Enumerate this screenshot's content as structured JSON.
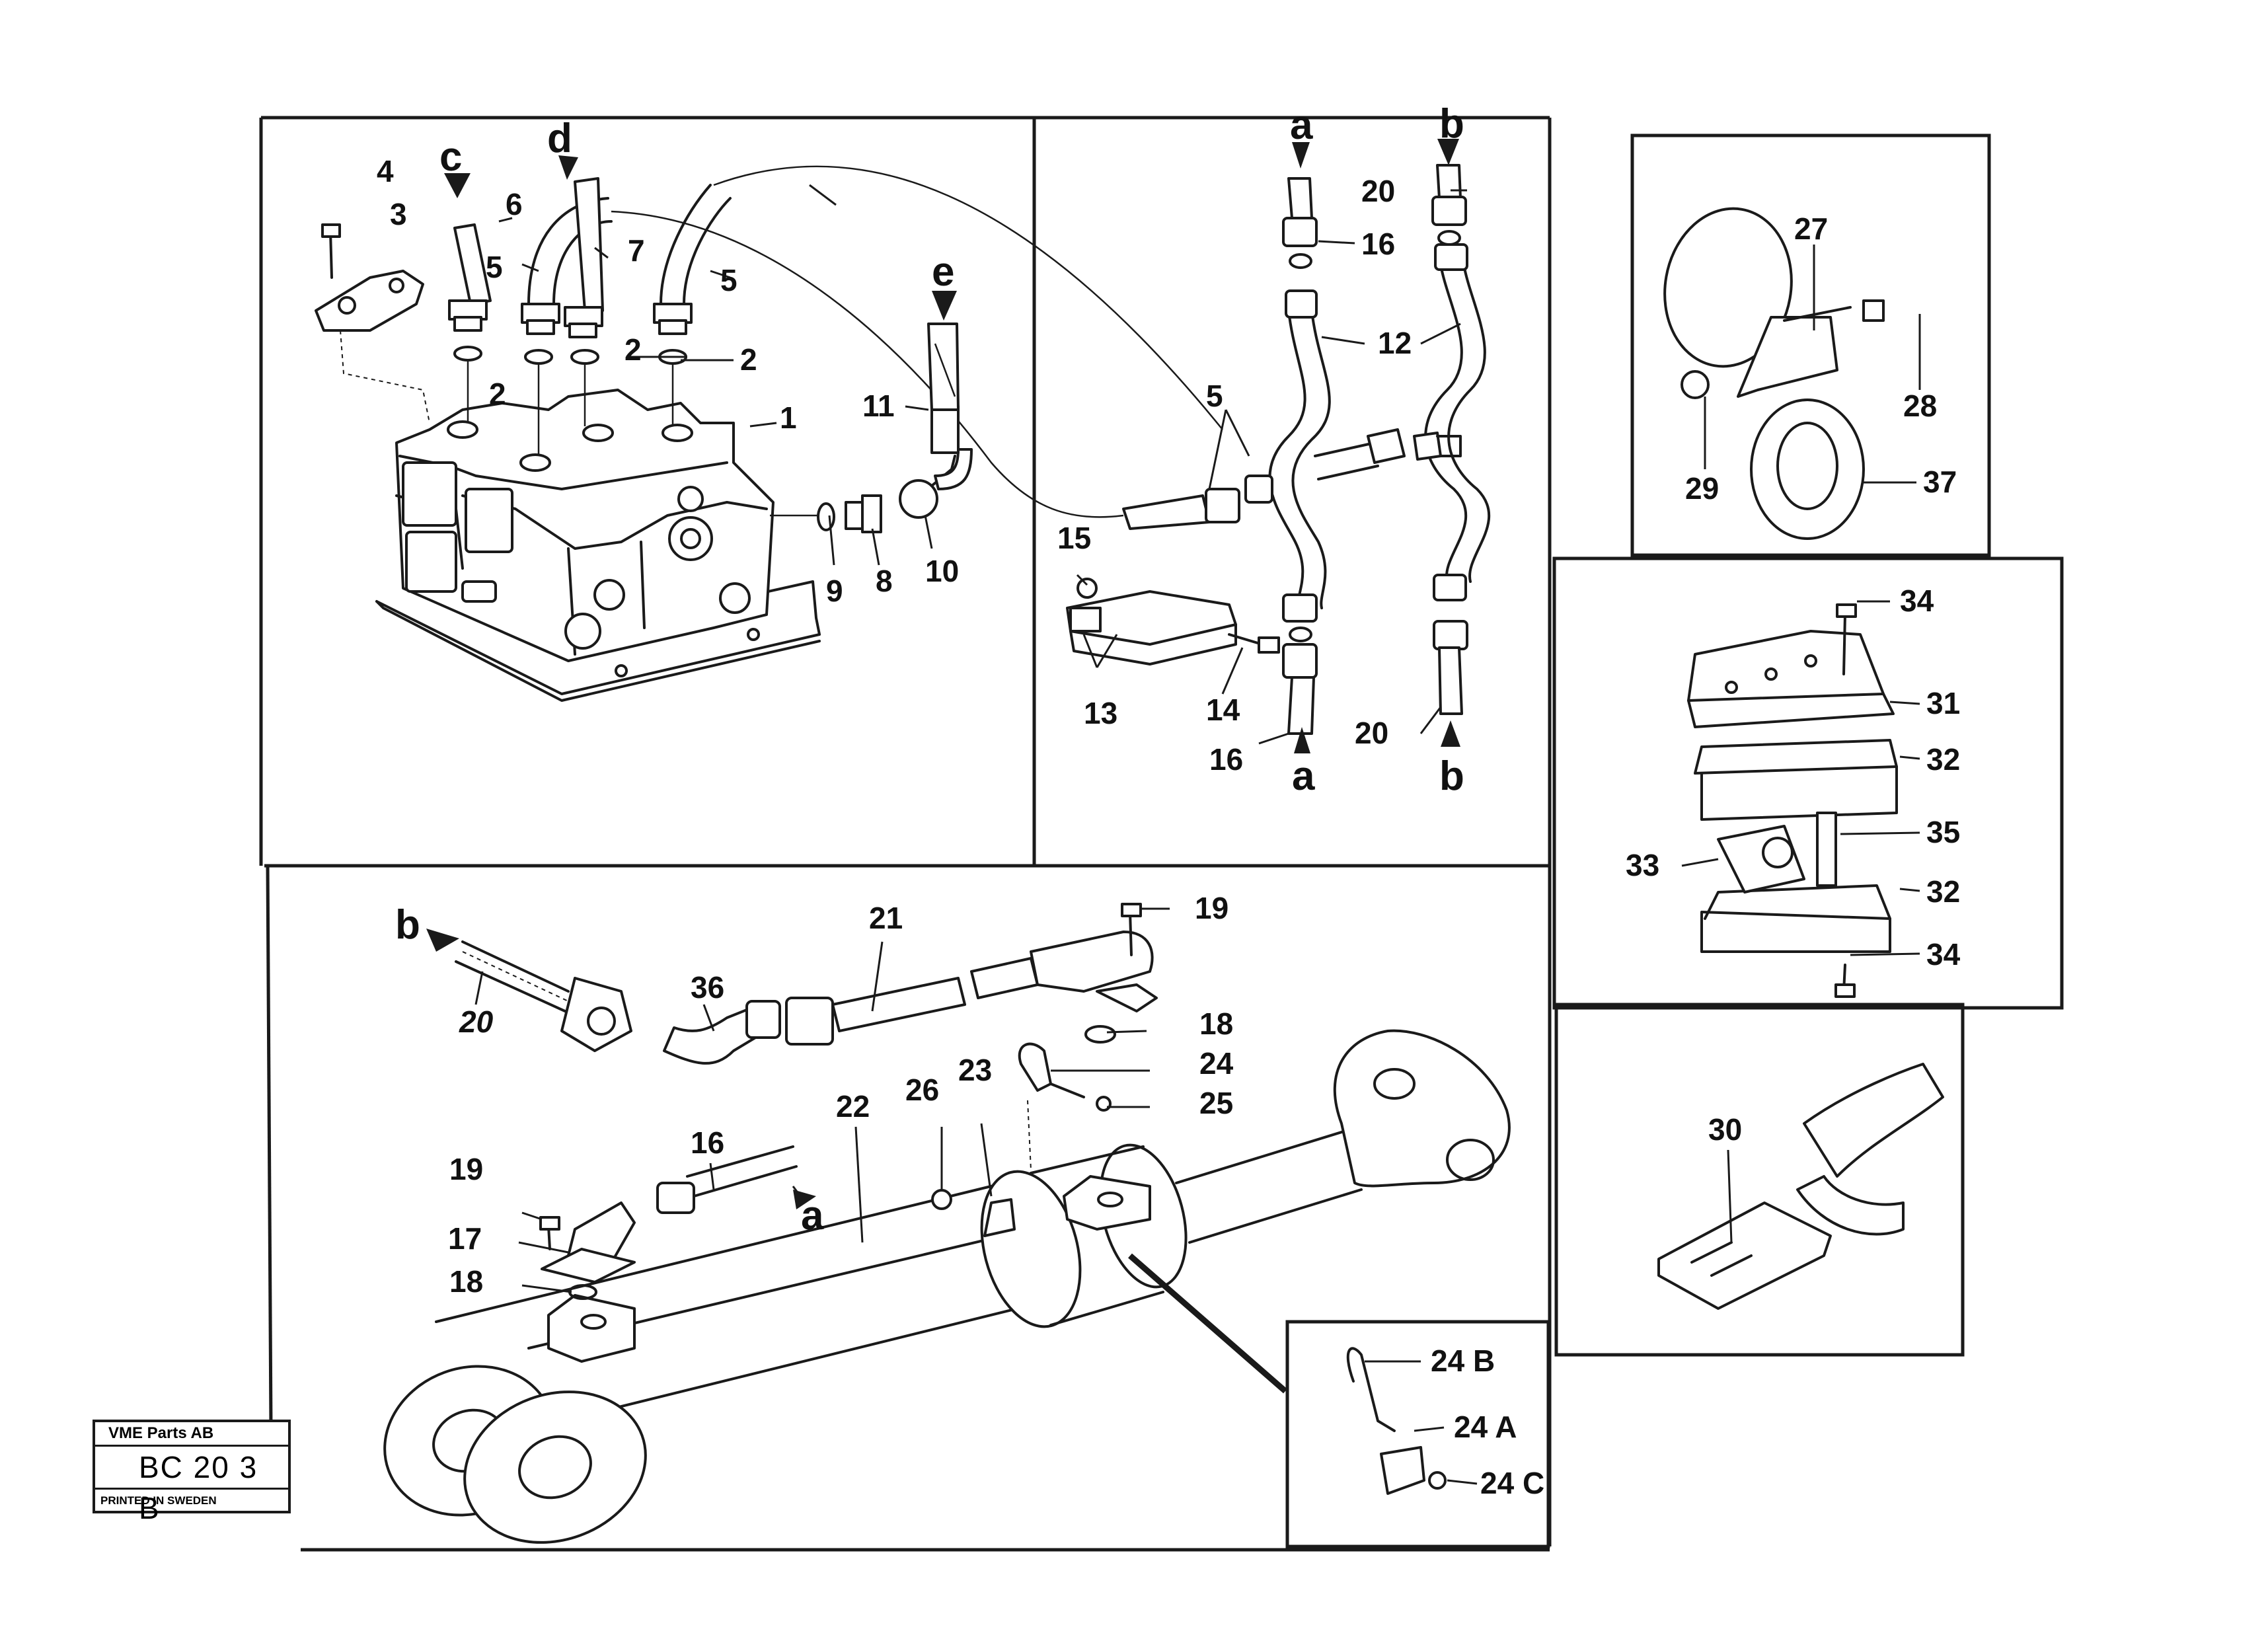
{
  "stamp": {
    "company": "VME Parts AB",
    "code": "BC 20 3 B",
    "printed": "PRINTED IN SWEDEN"
  },
  "labels": {
    "p1": "1",
    "p2": "2",
    "p3": "3",
    "p4": "4",
    "p5": "5",
    "p6": "6",
    "p7": "7",
    "p8": "8",
    "p9": "9",
    "p10": "10",
    "p11": "11",
    "p12": "12",
    "p13": "13",
    "p14": "14",
    "p15": "15",
    "p16": "16",
    "p17": "17",
    "p18": "18",
    "p19": "19",
    "p20": "20",
    "p21": "21",
    "p22": "22",
    "p23": "23",
    "p24": "24",
    "p25": "25",
    "p26": "26",
    "p27": "27",
    "p28": "28",
    "p29": "29",
    "p30": "30",
    "p31": "31",
    "p32": "32",
    "p33": "33",
    "p34": "34",
    "p35": "35",
    "p36": "36",
    "p37": "37",
    "p24a": "24 A",
    "p24b": "24 B",
    "p24c": "24 C"
  },
  "connections": {
    "a": "a",
    "b": "b",
    "c": "c",
    "d": "d",
    "e": "e"
  }
}
